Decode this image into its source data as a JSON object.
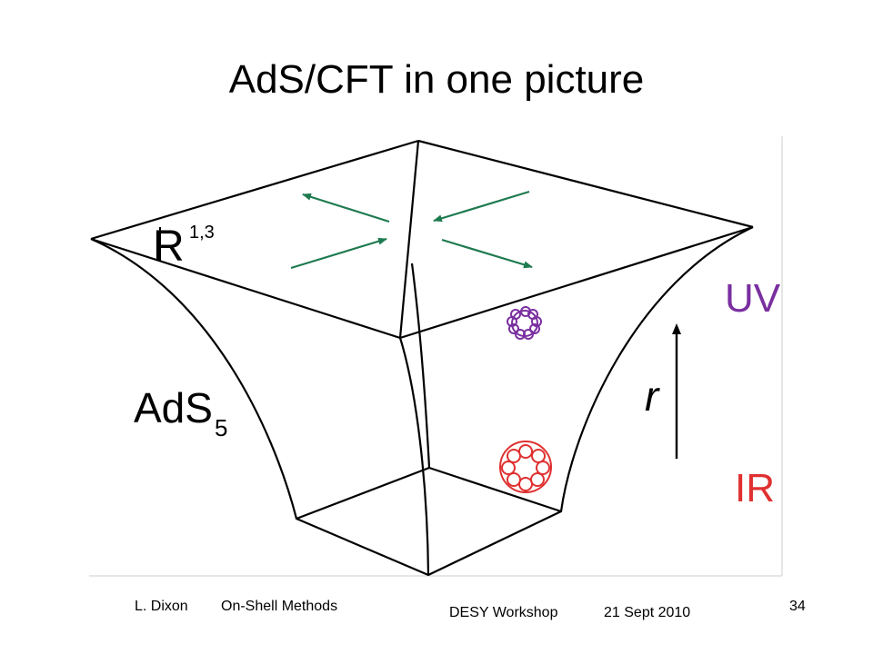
{
  "slide": {
    "title": "AdS/CFT in one picture"
  },
  "diagram": {
    "boundary_label": "R",
    "boundary_superscript": "1,3",
    "bulk_label": "AdS",
    "bulk_subscript": "5",
    "uv_label": "UV",
    "ir_label": "IR",
    "radial_label": "r",
    "colors": {
      "arrows": "#1e7a4f",
      "uv": "#7a2fa0",
      "ir": "#e03030",
      "lines": "#000000"
    }
  },
  "footer": {
    "author": "L. Dixon",
    "talk": "On-Shell Methods",
    "event": "DESY Workshop",
    "date": "21 Sept 2010",
    "page": "34"
  }
}
